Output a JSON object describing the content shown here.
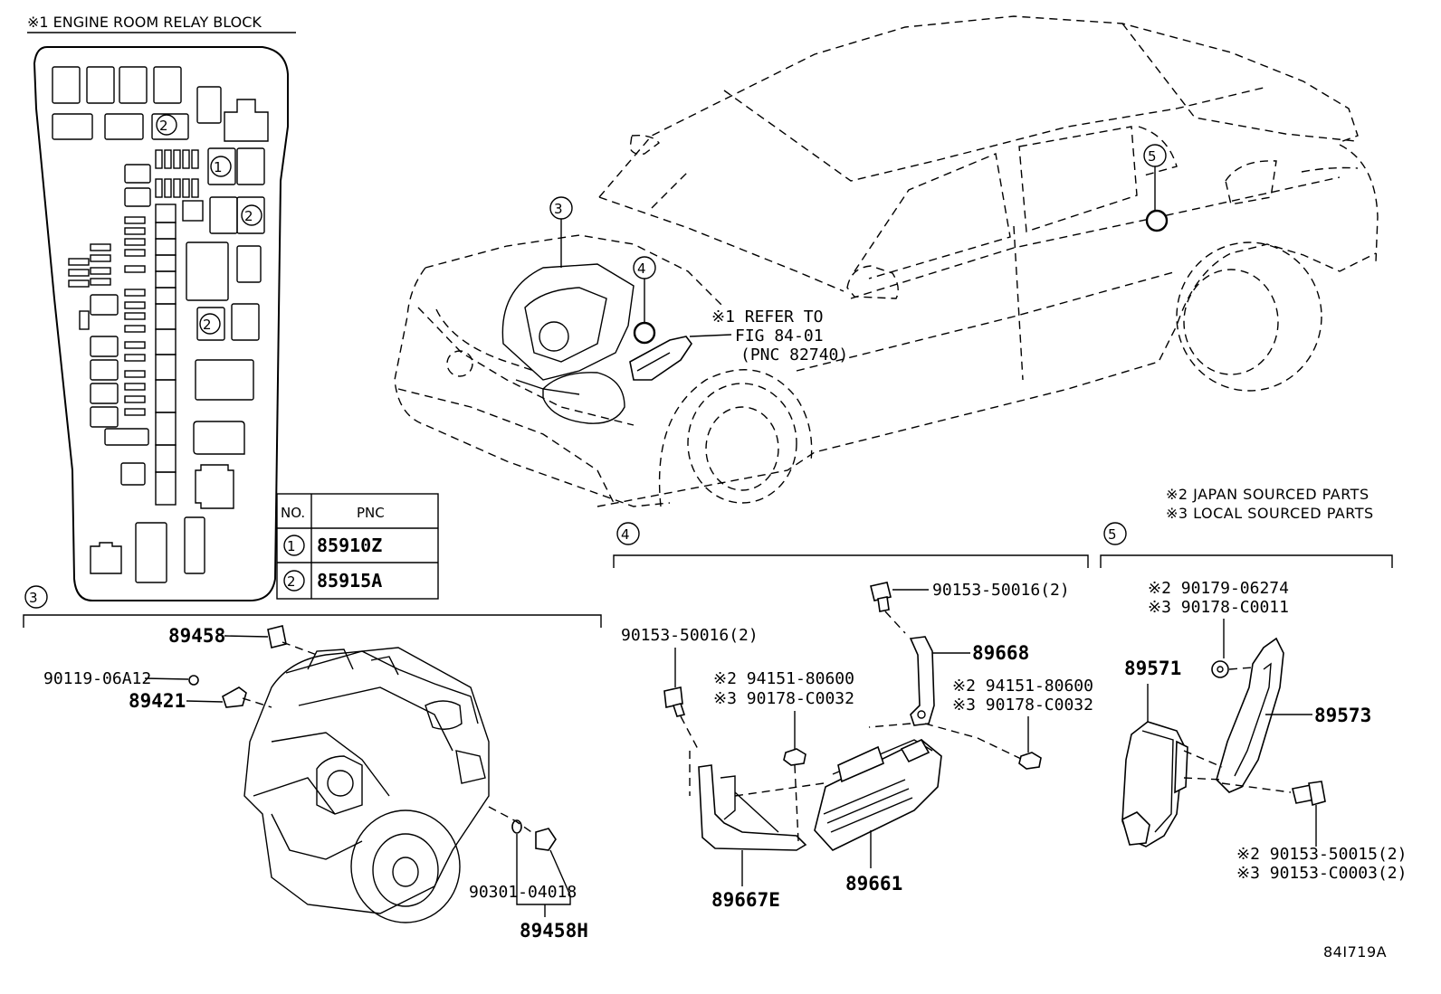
{
  "relay_block": {
    "title": "※1 ENGINE ROOM RELAY BLOCK",
    "table": {
      "headers": [
        "NO.",
        "PNC"
      ],
      "rows": [
        {
          "no": "①",
          "pnc": "85910Z"
        },
        {
          "no": "②",
          "pnc": "85915A"
        }
      ]
    },
    "callouts": [
      "②",
      "①",
      "②",
      "②"
    ]
  },
  "vehicle": {
    "callouts": [
      "③",
      "④",
      "⑤"
    ],
    "refer_note": [
      "※1 REFER TO",
      "FIG 84-01",
      "(PNC 82740)"
    ]
  },
  "notes": [
    "※2 JAPAN SOURCED PARTS",
    "※3 LOCAL SOURCED PARTS"
  ],
  "section3": {
    "number": "③",
    "labels": {
      "p89458": "89458",
      "p9011906A12": "90119-06A12",
      "p89421": "89421",
      "p9030104018": "90301-04018",
      "p89458H": "89458H"
    }
  },
  "section4": {
    "number": "④",
    "labels": {
      "bolt_left": "90153-50016(2)",
      "bolt_top": "90153-50016(2)",
      "p89668": "89668",
      "nut_left_1": "※2 94151-80600",
      "nut_left_2": "※3 90178-C0032",
      "nut_right_1": "※2 94151-80600",
      "nut_right_2": "※3 90178-C0032",
      "p89667E": "89667E",
      "p89661": "89661"
    }
  },
  "section5": {
    "number": "⑤",
    "labels": {
      "nut_1": "※2 90179-06274",
      "nut_2": "※3 90178-C0011",
      "p89571": "89571",
      "p89573": "89573",
      "bolt_1": "※2 90153-50015(2)",
      "bolt_2": "※3 90153-C0003(2)"
    }
  },
  "figure_id": "84I719A"
}
